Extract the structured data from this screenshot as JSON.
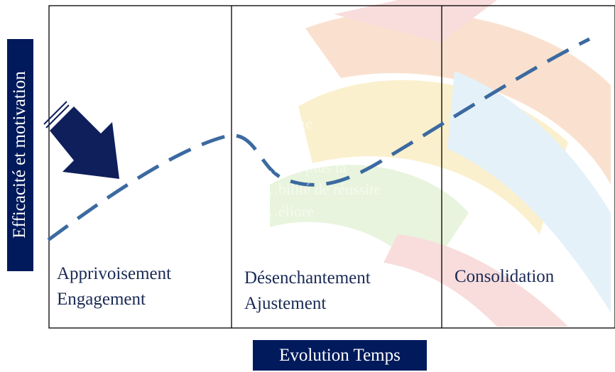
{
  "phases": [
    {
      "line1": "Apprivoisement",
      "line2": "Engagement"
    },
    {
      "line1": "Désenchantement",
      "line2": "Ajustement"
    },
    {
      "line1": "Consolidation",
      "line2": ""
    }
  ],
  "y_axis_label": "Efficacité et motivation",
  "x_axis_label": "Evolution Temps",
  "faded_note": "…ssage\n…re le\n…ent, plus la\n…bilité de réussite\n…éliore",
  "colors": {
    "curve": "#3b6aa0",
    "arrow": "#0f1f5c",
    "label_box": "#001a5c",
    "grid": "#000000",
    "background_swirl": [
      "#f7c9a8",
      "#f9e4a6",
      "#d6ecc2",
      "#cfe6f3",
      "#f4c3c0"
    ]
  },
  "icons": [
    "down-right-arrow-icon"
  ]
}
